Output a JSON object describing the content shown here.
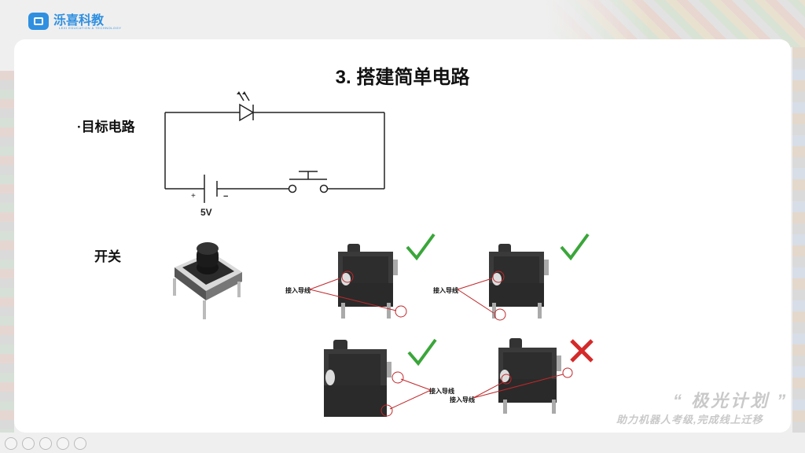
{
  "logo": {
    "text": "泺喜科教",
    "sub": "LEXI EDUCATION & TECHNOLOGY"
  },
  "slide": {
    "title": "3. 搭建简单电路",
    "target_label": "·目标电路",
    "switch_label": "开关",
    "circuit": {
      "plus": "+",
      "minus": "−",
      "voltage": "5V"
    },
    "annotations": [
      "接入导线",
      "接入导线",
      "接入导线",
      "接入导线"
    ],
    "marks": [
      "check",
      "check",
      "check",
      "cross"
    ]
  },
  "slogan": {
    "title": "“ 极光计划 ”",
    "subtitle": "助力机器人考级,完成线上迁移"
  },
  "colors": {
    "accent": "#2f8fe0",
    "check": "#3aa63a",
    "cross": "#d42a2a",
    "annotation_line": "#c0282b"
  }
}
